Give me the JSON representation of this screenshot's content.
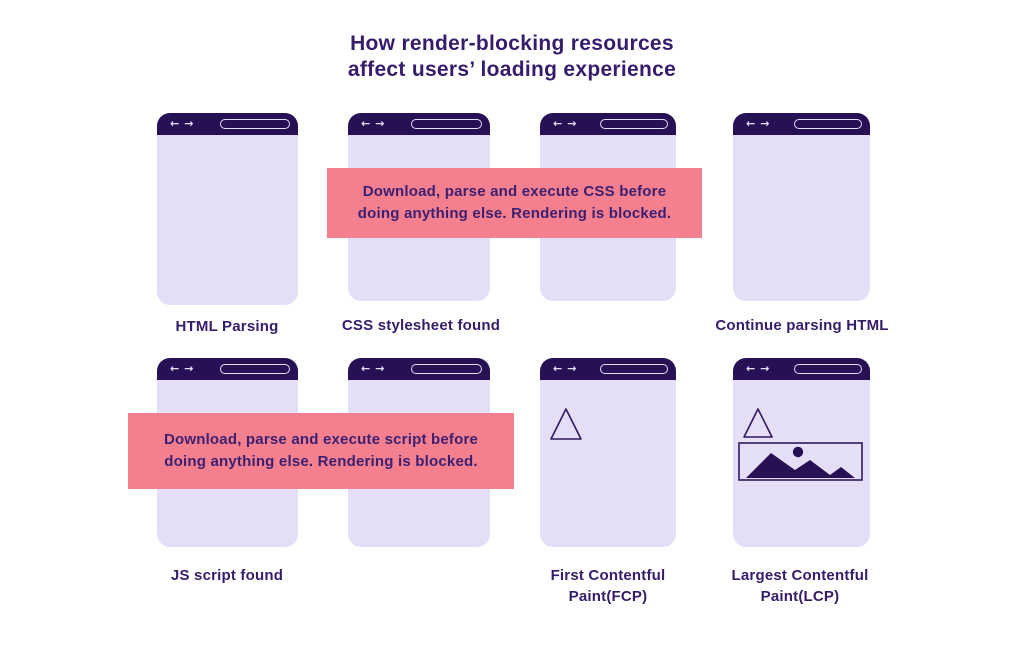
{
  "title": {
    "text": "How render-blocking resources\naffect users’ loading experience"
  },
  "colors": {
    "header_bar": "#281055",
    "window_body": "#e5def7",
    "callout_background": "#f4808f",
    "text_purple": "#371c6b",
    "page_background": "#ffffff"
  },
  "icons": {
    "back_arrow": "←",
    "forward_arrow": "→",
    "fcp_triangle": "triangle-outline-icon",
    "lcp_triangle": "triangle-outline-icon",
    "lcp_image": "mountain-image-icon"
  },
  "callouts": {
    "css": "Download, parse and execute CSS before\ndoing anything else. Rendering is blocked.",
    "js": "Download, parse and execute script before\ndoing anything else. Rendering is blocked."
  },
  "windows": {
    "html_parsing": {
      "label": "HTML Parsing"
    },
    "css_found": {
      "label": "CSS stylesheet found"
    },
    "render_blocked_css": {
      "label": ""
    },
    "continue_parsing": {
      "label": "Continue parsing HTML"
    },
    "js_found": {
      "label": "JS script found"
    },
    "render_blocked_js": {
      "label": ""
    },
    "fcp": {
      "label": "First Contentful\nPaint(FCP)"
    },
    "lcp": {
      "label": "Largest Contentful\nPaint(LCP)"
    }
  }
}
